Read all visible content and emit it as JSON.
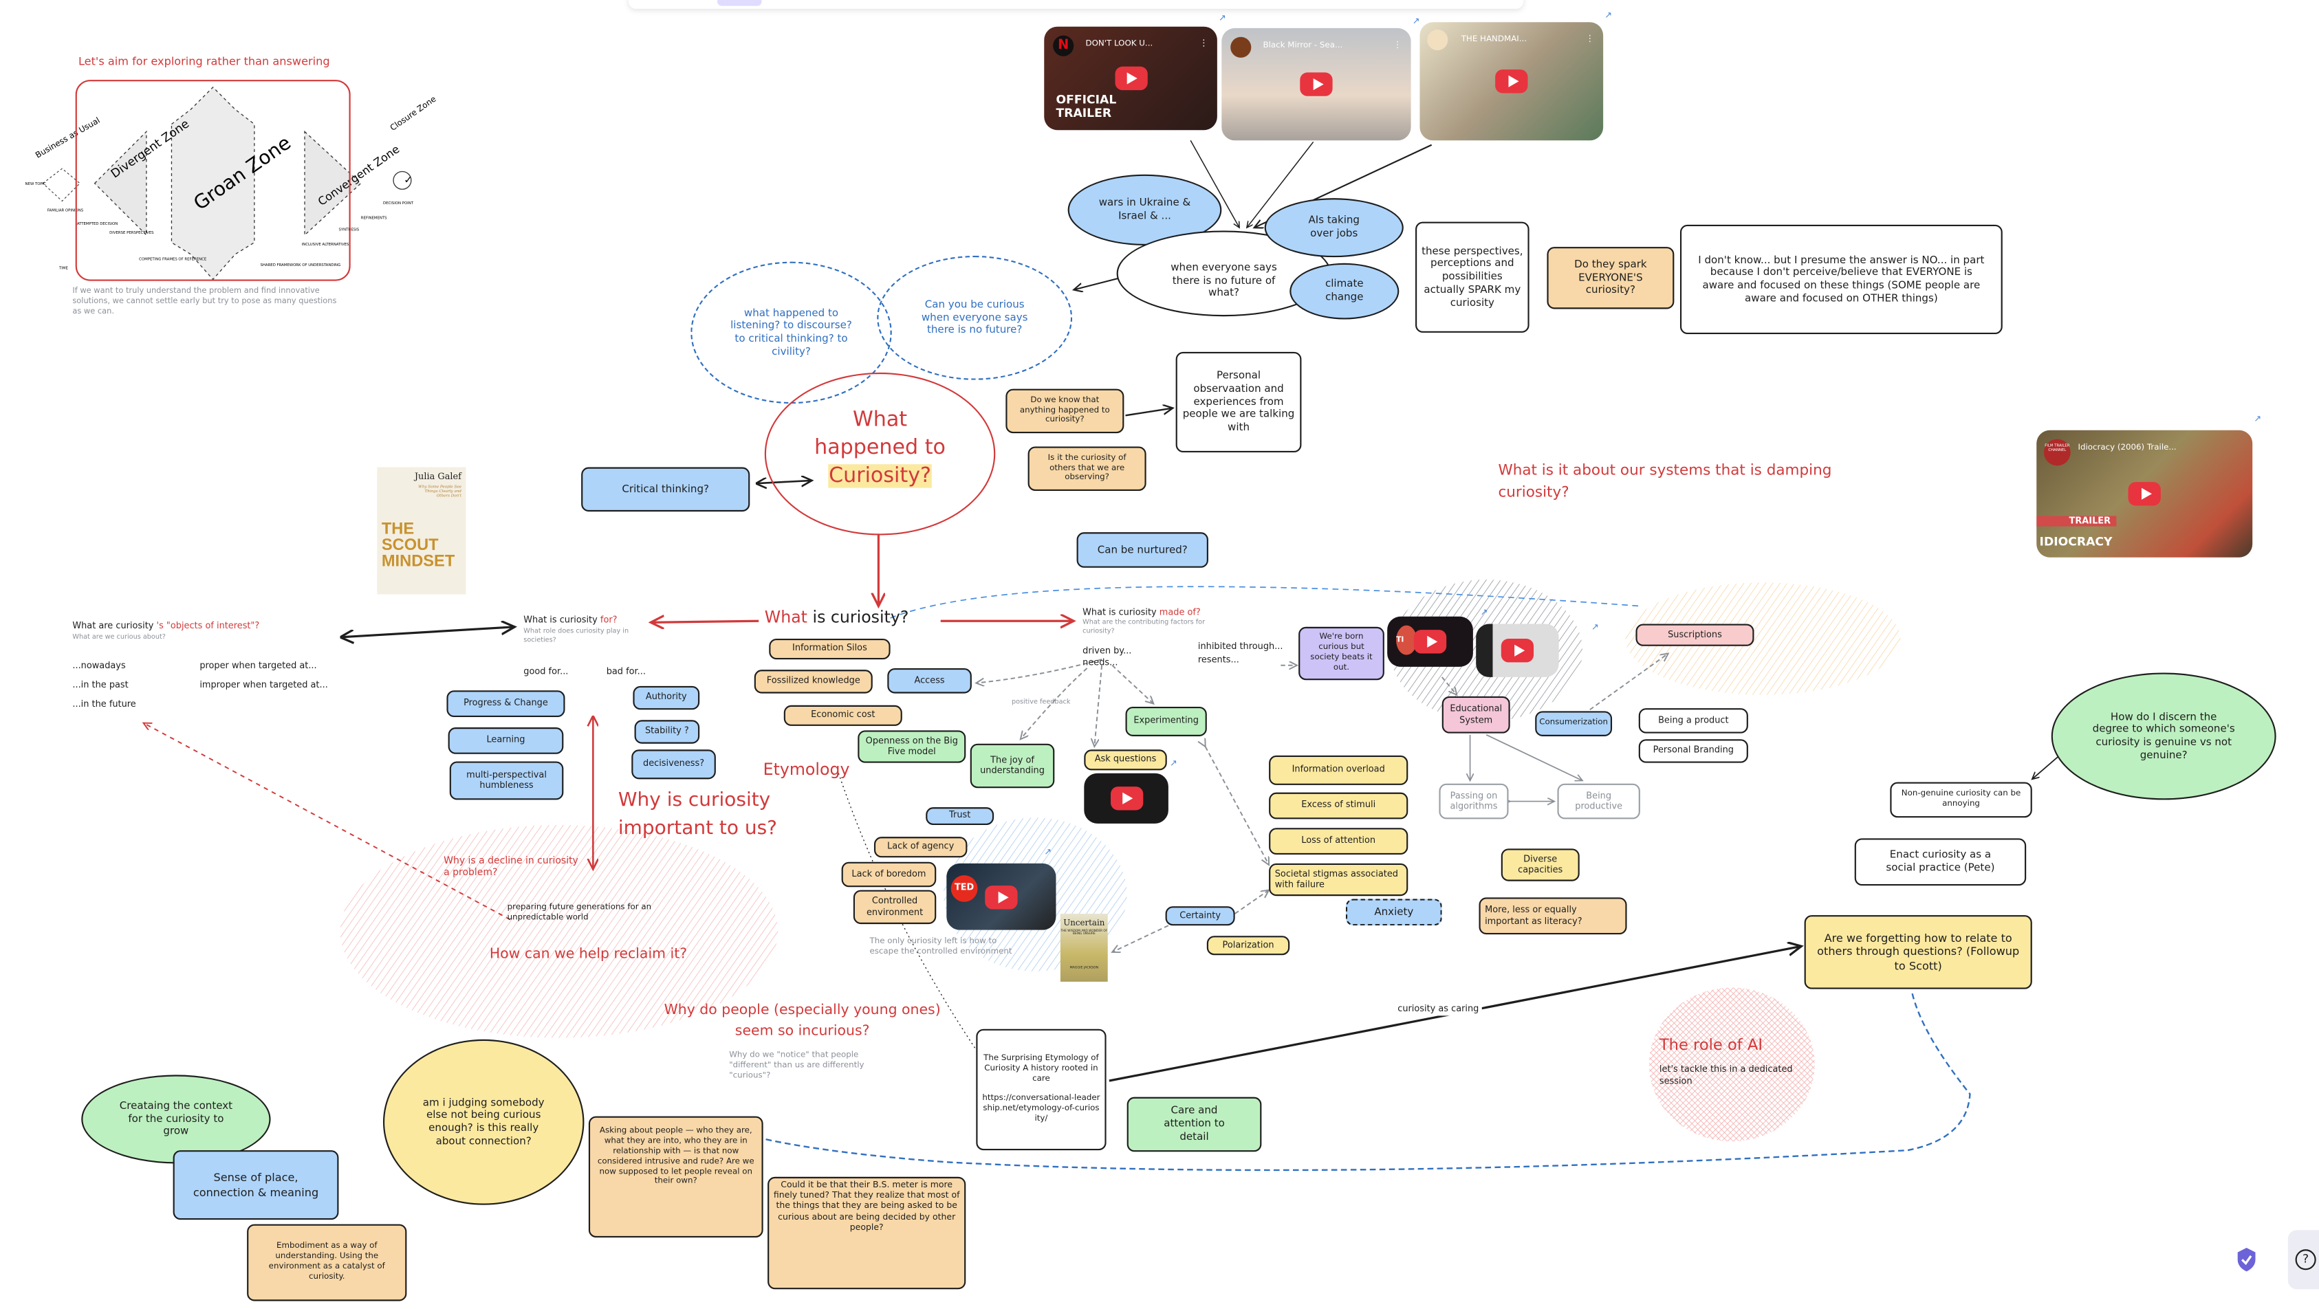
{
  "board": {
    "intro": {
      "heading": "Let's aim for exploring rather than answering",
      "caption": "If we want to truly understand the problem and find innovative solutions, we cannot settle early but try to pose as many questions as we can.",
      "diagram": {
        "business_as_usual": "Business as Usual",
        "divergent_zone": "Divergent Zone",
        "groan_zone": "Groan Zone",
        "convergent_zone": "Convergent Zone",
        "closure_zone": "Closure Zone",
        "new_topic": "NEW TOPIC",
        "familiar_opinions": "FAMILIAR OPINIONS",
        "attempted_decision": "ATTEMPTED DECISION",
        "diverse_perspectives": "DIVERSE PERSPECTIVES",
        "competing_frames": "COMPETING FRAMES OF REFERENCE",
        "shared_framework": "SHARED FRAMEWORK OF UNDERSTANDING",
        "inclusive_alternatives": "INCLUSIVE ALTERNATIVES",
        "synthesis": "SYNTHESIS",
        "refinements": "REFINEMENTS",
        "decision_point": "DECISION POINT",
        "time": "TIME"
      }
    },
    "videos": {
      "dont_look_up": {
        "title": "DON'T LOOK U...",
        "overlay": "OFFICIAL TRAILER"
      },
      "black_mirror": {
        "title": "Black Mirror - Sea..."
      },
      "handmaid": {
        "title": "THE HANDMAI..."
      },
      "idiocracy": {
        "title": "Idiocracy (2006) Traile...",
        "badge": "TRAILER",
        "overlay": "IDIOCRACY",
        "channel": "FILM TRAILER CHANNEL"
      },
      "ted": {
        "title": "TED"
      },
      "ted2": {
        "title": "TI"
      }
    },
    "future": {
      "wars": "wars in Ukraine & Israel & ...",
      "no_future": "when everyone says there is no future of what?",
      "ais": "AIs taking over jobs",
      "climate": "climate change",
      "perspectives": "these perspectives, perceptions and possibilities actually SPARK my curiosity",
      "spark_everyone": "Do they spark EVERYONE'S curiosity?",
      "dont_know": "I don't know... but I presume the answer is NO... in part because I don't perceive/believe that EVERYONE is aware and focused on these things (SOME people are aware and focused on OTHER things)"
    },
    "center": {
      "listening": "what happened to listening? to discourse? to critical thinking? to civility?",
      "curious_no_future": "Can you be curious when everyone says there is no future?",
      "main_q1": "What happened to",
      "main_q2": "Curiosity?",
      "critical_thinking": "Critical thinking?",
      "do_we_know": "Do we know that anything happened to curiosity?",
      "is_it_others": "Is it the curiosity of others that we are observing?",
      "personal_obs": "Personal observaation and experiences from people we are talking with",
      "nurtured": "Can be nurtured?",
      "systems_q": "What is it about our systems that is damping curiosity?"
    },
    "book_scout": {
      "author": "Julia Galef",
      "subtitle": "Why Some People See Things Clearly and Others Don't",
      "title": "THE SCOUT MINDSET"
    },
    "book_uncertain": {
      "title": "Uncertain",
      "subtitle": "THE WISDOM AND WONDER OF BEING UNSURE",
      "author": "MAGGIE JACKSON"
    },
    "objects": {
      "title_a": "What are curiosity",
      "title_b": "'s \"objects of interest\"?",
      "sub": "What are we curious about?",
      "nowadays": "...nowadays",
      "past": "...in the past",
      "future": "...in the future",
      "proper": "proper when targeted at...",
      "improper": "improper when targeted at..."
    },
    "purpose": {
      "title_a": "What is curiosity",
      "title_b": "for?",
      "sub": "What role does curiosity play in societies?",
      "good_for": "good for...",
      "bad_for": "bad for...",
      "good": [
        "Progress & Change",
        "Learning",
        "multi-perspectival humbleness"
      ],
      "bad": [
        "Authority",
        "Stability ?",
        "decisiveness?"
      ]
    },
    "what_is": {
      "what": "What",
      "rest": "is curiosity?",
      "barriers": [
        "Information Silos",
        "Fossilized knowledge",
        "Economic cost"
      ],
      "access": "Access",
      "openness": "Openness on the Big Five model",
      "joy": "The joy of understanding",
      "etymology": "Etymology",
      "why_important": "Why  is curiosity important to us?"
    },
    "made_of": {
      "title_a": "What is curiosity",
      "title_b": "made of?",
      "sub": "What are the contributing factors for curiosity?",
      "driven": "driven by...",
      "needs": "needs...",
      "inhibited": "inhibited through...",
      "resents": "resents...",
      "positive_feedback": "positive feedback",
      "experimenting": "Experimenting",
      "ask_questions": "Ask questions",
      "trust": "Trust",
      "lack_agency": "Lack of agency",
      "lack_boredom": "Lack of boredom",
      "controlled_env": "Controlled environment",
      "escape": "The only curiosity left is how to escape the controlled environment",
      "born": "We're born curious but society beats it out.",
      "education": "Educational System",
      "consumerization": "Consumerization",
      "subscriptions": "Suscriptions",
      "being_product": "Being a product",
      "personal_branding": "Personal Branding",
      "passing_algorithms": "Passing on algorithms",
      "being_productive": "Being productive",
      "info_overload": "Information overload",
      "excess_stimuli": "Excess of stimuli",
      "loss_attention": "Loss of attention",
      "stigmas": "Societal stigmas associated with failure",
      "anxiety": "Anxiety",
      "diverse": "Diverse capacities",
      "literacy": "More, less or equally important as literacy?",
      "certainty": "Certainty",
      "polarization": "Polarization"
    },
    "decline": {
      "q": "Why is a decline in curiosity a problem?",
      "preparing": "preparing future generations for an unpredictable world",
      "reclaim": "How can we help reclaim it?"
    },
    "incurious": {
      "q": "Why do people (especially young ones) seem so incurious?",
      "sub": "Why do we \"notice\" that people \"different\" than us are differently \"curious\"?"
    },
    "etymology_box": "The Surprising Etymology of Curiosity A history rooted in care\n\nhttps://conversational-leadership.net/etymology-of-curiosity/",
    "care": "Care and attention to detail",
    "caring_label": "curiosity as caring",
    "right": {
      "discern": "How do I discern the degree to which someone's curiosity is genuine vs not genuine?",
      "non_genuine": "Non-genuine curiosity can be annoying",
      "enact": "Enact curiosity as a social practice (Pete)",
      "forgetting": "Are we forgetting how to relate to others through questions? (Followup to Scott)"
    },
    "ai": {
      "title": "The role of AI",
      "sub": "let's tackle this in a dedicated session"
    },
    "bottom": {
      "context": "Creataing the context for the curiosity to grow",
      "sense": "Sense of place, connection & meaning",
      "embodiment": "Embodiment as a way of understanding. Using the environment as a catalyst of curiosity.",
      "judging": "am i judging somebody else not being curious enough? is this really about connection?",
      "asking": "Asking about people — who they are, what they are into, who they are in relationship with — is that now considered intrusive and rude? Are we now supposed to let people reveal on their own?",
      "bs_meter": "Could it be that their B.S. meter is more finely tuned? That they realize that most of the things that they are being asked to be curious about are being decided by other people?"
    },
    "ui": {
      "help": "?",
      "shield_icon": "shield-check-icon",
      "external_link_icon": "external-link-icon",
      "play_icon": "play-icon"
    },
    "colors": {
      "red": "#d2393a",
      "blue": "#2f6fc0",
      "orange_fill": "#f8d8a8",
      "blue_fill": "#aed4fa",
      "green_fill": "#bdf0c0",
      "yellow_fill": "#fbe9a0",
      "pink_fill": "#f4c6d8",
      "purple_fill": "#cdc3f7"
    }
  }
}
